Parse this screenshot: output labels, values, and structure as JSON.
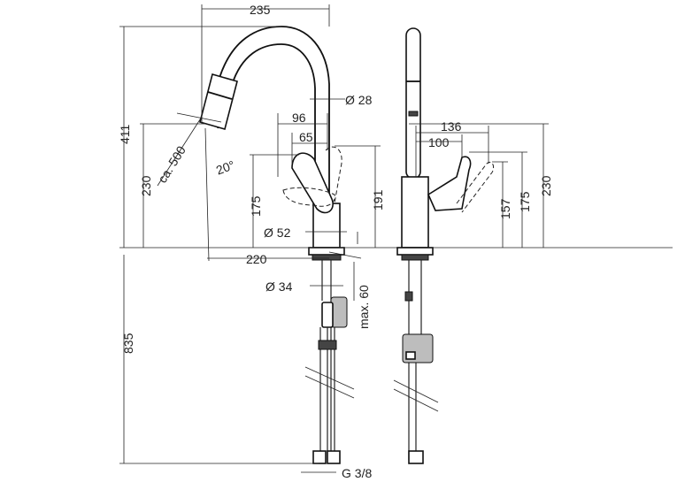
{
  "dimensions": {
    "top_width": "235",
    "pipe_diameter": "Ø 28",
    "total_height": "411",
    "reach_radius": "ca. 500",
    "angle": "20°",
    "spout_height_front": "230",
    "handle_96": "96",
    "handle_65": "65",
    "handle_175": "175",
    "handle_191": "191",
    "base_diameter": "Ø 52",
    "reach_220": "220",
    "hole_diameter": "Ø 34",
    "max_thickness": "max. 60",
    "hose_length": "835",
    "connection": "G 3/8",
    "side_136": "136",
    "side_100": "100",
    "side_157": "157",
    "side_175": "175",
    "side_230": "230"
  },
  "colors": {
    "line": "#222222",
    "background": "#ffffff"
  }
}
